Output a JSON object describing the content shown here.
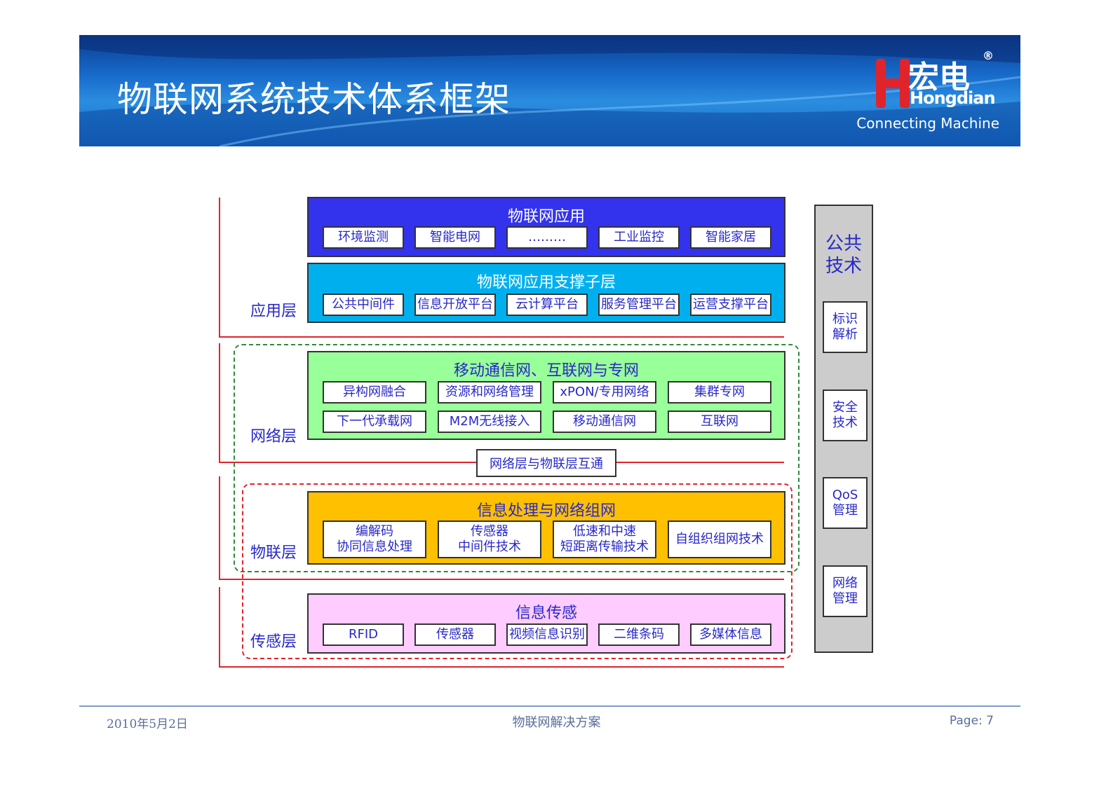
{
  "header": {
    "title": "物联网系统技术体系框架",
    "logo_cn": "宏电",
    "logo_reg": "®",
    "logo_en": "Hongdian",
    "tagline": "Connecting Machine"
  },
  "layers": {
    "application": "应用层",
    "network": "网络层",
    "iot": "物联层",
    "sensing": "传感层"
  },
  "panels": {
    "app": {
      "title": "物联网应用",
      "items": [
        "环境监测",
        "智能电网",
        "………",
        "工业监控",
        "智能家居"
      ]
    },
    "support": {
      "title": "物联网应用支撑子层",
      "items": [
        "公共中间件",
        "信息开放平台",
        "云计算平台",
        "服务管理平台",
        "运营支撑平台"
      ]
    },
    "network": {
      "title": "移动通信网、互联网与专网",
      "row1": [
        "异构网融合",
        "资源和网络管理",
        "xPON/专用网络",
        "集群专网"
      ],
      "row2": [
        "下一代承载网",
        "M2M无线接入",
        "移动通信网",
        "互联网"
      ]
    },
    "interconnect": "网络层与物联层互通",
    "processing": {
      "title": "信息处理与网络组网",
      "items": [
        [
          "编解码",
          "协同信息处理"
        ],
        [
          "传感器",
          "中间件技术"
        ],
        [
          "低速和中速",
          "短距离传输技术"
        ],
        [
          "自组织组网技术"
        ]
      ]
    },
    "sensing": {
      "title": "信息传感",
      "items": [
        "RFID",
        "传感器",
        "视频信息识别",
        "二维条码",
        "多媒体信息"
      ]
    }
  },
  "common": {
    "title": [
      "公共",
      "技术"
    ],
    "items": [
      [
        "标识",
        "解析"
      ],
      [
        "安全",
        "技术"
      ],
      [
        "QoS",
        "管理"
      ],
      [
        "网络",
        "管理"
      ]
    ]
  },
  "colors": {
    "app": "#3333ee",
    "support": "#00b0ee",
    "network": "#99ff99",
    "processing": "#ffc000",
    "sensing": "#ffccff",
    "label": "#2828c8",
    "red": "#e0242b"
  },
  "footer": {
    "date": "2010年5月2日",
    "center": "物联网解决方案",
    "page": "Page: 7"
  }
}
